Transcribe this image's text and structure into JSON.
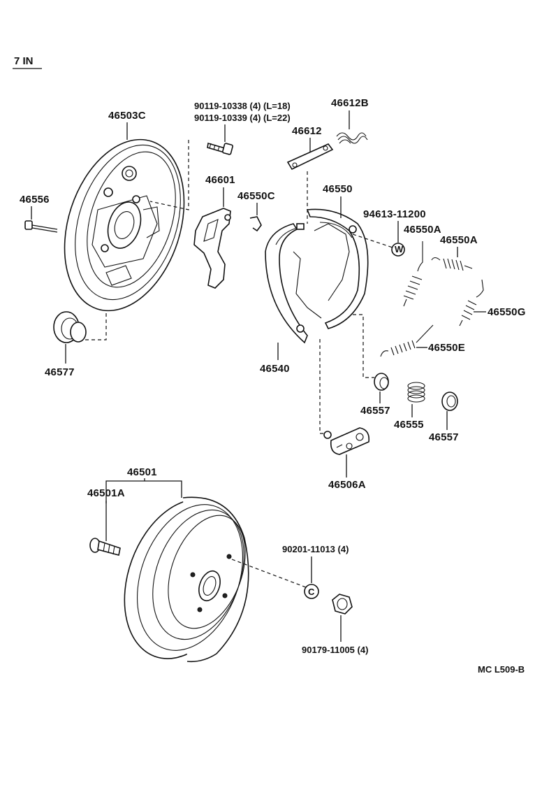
{
  "header": {
    "section": "7 IN"
  },
  "footer": {
    "code": "MC L509-B"
  },
  "labels": {
    "p46503C": "46503C",
    "p90119a": "90119-10338 (4) (L=18)",
    "p90119b": "90119-10339 (4) (L=22)",
    "p46612B": "46612B",
    "p46612": "46612",
    "p46556": "46556",
    "p46601": "46601",
    "p46550C": "46550C",
    "p46550": "46550",
    "p94613": "94613-11200",
    "p46550A_1": "46550A",
    "p46550A_2": "46550A",
    "p46550G": "46550G",
    "p46550E": "46550E",
    "p46577": "46577",
    "p46540": "46540",
    "p46557_1": "46557",
    "p46555": "46555",
    "p46557_2": "46557",
    "p46506A": "46506A",
    "p46501": "46501",
    "p46501A": "46501A",
    "p90201": "90201-11013 (4)",
    "p90179": "90179-11005 (4)"
  },
  "icons": [
    "backing-plate",
    "bolt",
    "shoe-spring",
    "strut",
    "lever",
    "clip",
    "brake-shoe",
    "washer",
    "spring",
    "adjuster-spring",
    "plug",
    "cup",
    "wheel-cylinder",
    "brake-drum",
    "hub-bolt",
    "nut",
    "cap"
  ]
}
